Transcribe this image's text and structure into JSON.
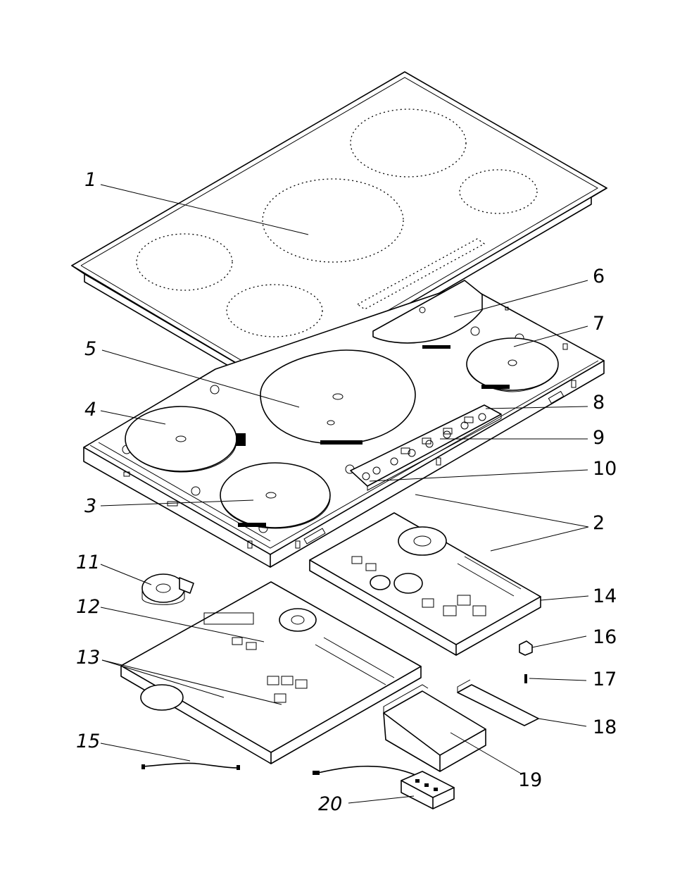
{
  "diagram": {
    "type": "exploded-view",
    "part_labels": [
      {
        "id": "p1",
        "text": "1",
        "italic": true
      },
      {
        "id": "p2",
        "text": "2",
        "italic": false
      },
      {
        "id": "p3",
        "text": "3",
        "italic": true
      },
      {
        "id": "p4",
        "text": "4",
        "italic": true
      },
      {
        "id": "p5",
        "text": "5",
        "italic": true
      },
      {
        "id": "p6",
        "text": "6",
        "italic": false
      },
      {
        "id": "p7",
        "text": "7",
        "italic": false
      },
      {
        "id": "p8",
        "text": "8",
        "italic": false
      },
      {
        "id": "p9",
        "text": "9",
        "italic": false
      },
      {
        "id": "p10",
        "text": "10",
        "italic": false
      },
      {
        "id": "p11",
        "text": "11",
        "italic": true
      },
      {
        "id": "p12",
        "text": "12",
        "italic": true
      },
      {
        "id": "p13",
        "text": "13",
        "italic": true
      },
      {
        "id": "p14",
        "text": "14",
        "italic": false
      },
      {
        "id": "p15",
        "text": "15",
        "italic": true
      },
      {
        "id": "p16",
        "text": "16",
        "italic": false
      },
      {
        "id": "p17",
        "text": "17",
        "italic": false
      },
      {
        "id": "p18",
        "text": "18",
        "italic": false
      },
      {
        "id": "p19",
        "text": "19",
        "italic": false
      },
      {
        "id": "p20",
        "text": "20",
        "italic": true
      }
    ],
    "colors": {
      "line": "#000000",
      "background": "#ffffff"
    }
  }
}
